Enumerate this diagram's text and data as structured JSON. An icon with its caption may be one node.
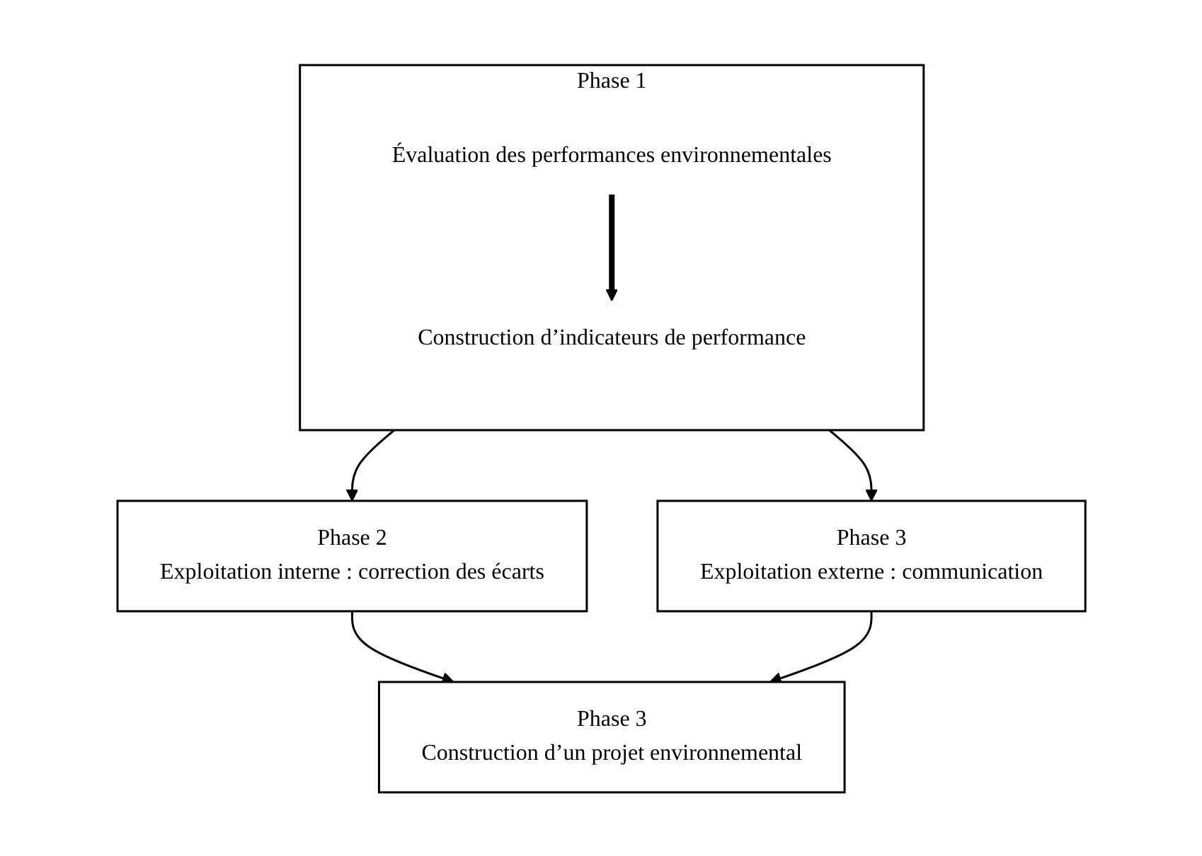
{
  "diagram": {
    "nodes": [
      {
        "text": [
          "Phase 1"
        ]
      },
      {
        "text": [
          "Évaluation des performances environnementales"
        ],
        "in": 0
      },
      {
        "text": [
          "Construction d’indicateurs de performance"
        ],
        "in": 0
      },
      {
        "text": [
          "Phase 2",
          "Exploitation interne : correction des écarts"
        ]
      },
      {
        "text": [
          "Phase 3",
          "Exploitation externe : communication"
        ]
      },
      {
        "text": [
          "Phase 3",
          "Construction d’un projet environnemental"
        ]
      }
    ],
    "edges": [
      {
        "from": 1,
        "to": 2,
        "arrow": "to",
        "style": "thick"
      },
      {
        "from": 0,
        "to": 3,
        "arrow": "to"
      },
      {
        "from": 0,
        "to": 4,
        "arrow": "to"
      },
      {
        "from": 3,
        "to": 5,
        "arrow": "to"
      },
      {
        "from": 4,
        "to": 5,
        "arrow": "to"
      }
    ]
  }
}
